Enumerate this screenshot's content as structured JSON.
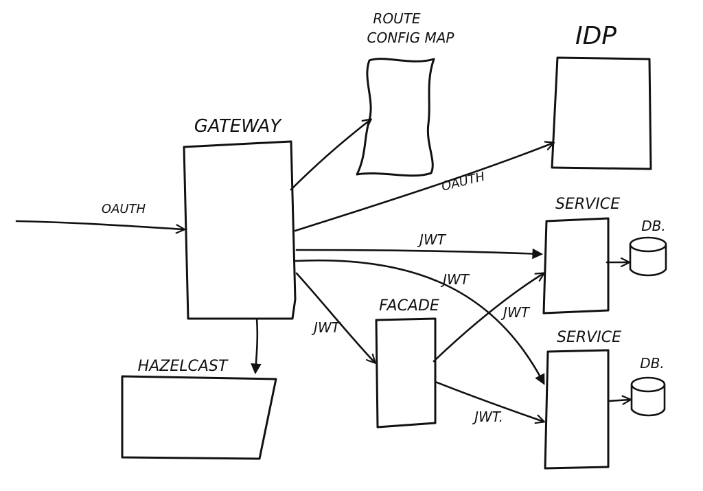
{
  "nodes": {
    "route_config": {
      "line1": "ROUTE",
      "line2": "CONFIG MAP"
    },
    "idp": {
      "label": "IDP"
    },
    "gateway": {
      "label": "GATEWAY"
    },
    "service_top": {
      "label": "SERVICE"
    },
    "service_bottom": {
      "label": "SERVICE"
    },
    "db_top": {
      "label": "DB."
    },
    "db_bottom": {
      "label": "DB."
    },
    "facade": {
      "label": "FACADE"
    },
    "hazelcast": {
      "label": "HAZELCAST"
    }
  },
  "edges": {
    "client_to_gateway": {
      "label": "OAUTH"
    },
    "gateway_to_route_config": {
      "label": ""
    },
    "gateway_to_idp": {
      "label": "OAUTH"
    },
    "gateway_to_service_top": {
      "label": "JWT"
    },
    "gateway_to_service_bottom": {
      "label": "JWT"
    },
    "gateway_to_facade": {
      "label": "JWT"
    },
    "gateway_to_hazelcast": {
      "label": ""
    },
    "facade_to_service_top": {
      "label": "JWT"
    },
    "facade_to_service_bottom": {
      "label": "JWT."
    },
    "service_top_to_db": {
      "label": ""
    },
    "service_bottom_to_db": {
      "label": ""
    }
  },
  "colors": {
    "ink": "#111111",
    "paper": "#ffffff"
  }
}
